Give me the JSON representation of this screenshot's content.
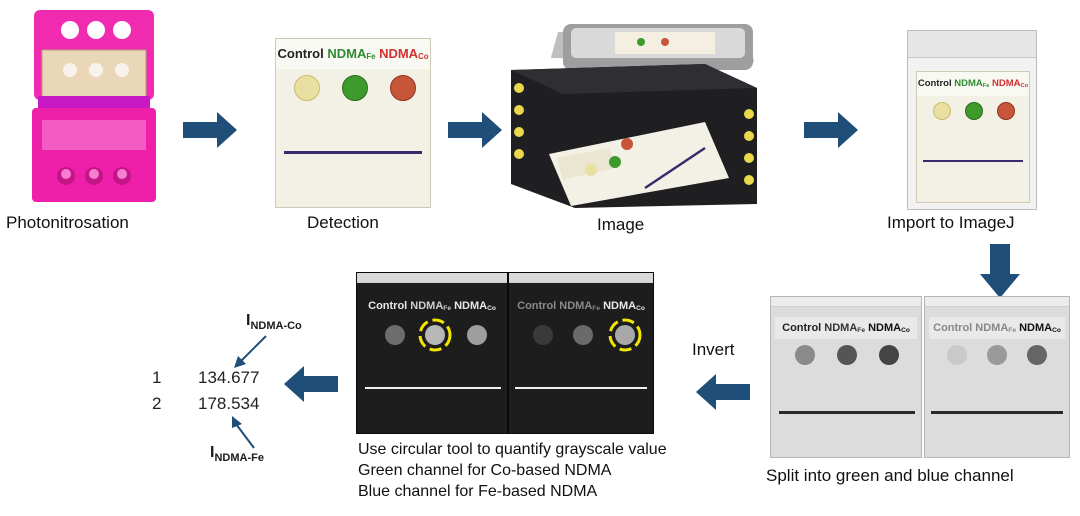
{
  "steps": {
    "photonitrosation": "Photonitrosation",
    "detection": "Detection",
    "image": "Image",
    "import": "Import to ImageJ",
    "split": "Split into green and blue channel",
    "invert": "Invert"
  },
  "strip_labels": {
    "control": "Control",
    "ndma": "NDMA",
    "fe_sub": "Fe",
    "co_sub": "Co"
  },
  "quantify_lines": [
    "Use circular tool to quantify grayscale value",
    "Green channel for Co-based NDMA",
    "Blue channel for Fe-based NDMA"
  ],
  "results": [
    {
      "index": "1",
      "value": "134.677"
    },
    {
      "index": "2",
      "value": "178.534"
    }
  ],
  "labels": {
    "i_letter": "I",
    "co_sub": "NDMA-Co",
    "fe_sub": "NDMA-Fe"
  },
  "colors": {
    "arrow": "#1f4e79",
    "device_pink": "#ee1fa8",
    "control_well": "#e8dfa0",
    "fe_well": "#3f9a2c",
    "co_well": "#c7553a",
    "highlight": "#f2e600"
  }
}
